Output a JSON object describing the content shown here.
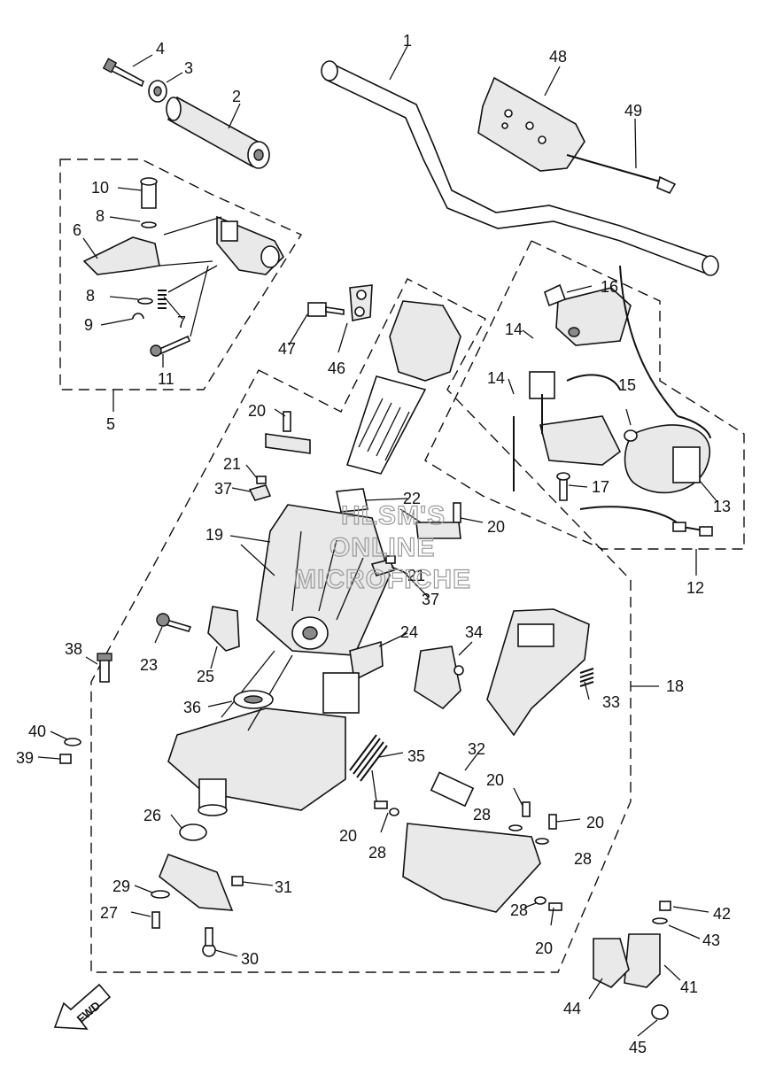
{
  "watermark": {
    "line1": "HLSM'S",
    "line2": "ONLINE",
    "line3": "MICROFICHE"
  },
  "forward_label": "FWD",
  "callouts": {
    "c1": "1",
    "c2": "2",
    "c3": "3",
    "c4": "4",
    "c5": "5",
    "c6": "6",
    "c7": "7",
    "c8a": "8",
    "c8b": "8",
    "c9": "9",
    "c10": "10",
    "c11": "11",
    "c12": "12",
    "c13": "13",
    "c14a": "14",
    "c14b": "14",
    "c15": "15",
    "c16": "16",
    "c17": "17",
    "c18": "18",
    "c19": "19",
    "c20a": "20",
    "c20b": "20",
    "c20c": "20",
    "c20d": "20",
    "c20e": "20",
    "c20f": "20",
    "c21a": "21",
    "c21b": "21",
    "c22": "22",
    "c23": "23",
    "c24": "24",
    "c25": "25",
    "c26": "26",
    "c27": "27",
    "c28a": "28",
    "c28b": "28",
    "c28c": "28",
    "c28d": "28",
    "c29": "29",
    "c30": "30",
    "c31": "31",
    "c32": "32",
    "c33": "33",
    "c34": "34",
    "c35": "35",
    "c36": "36",
    "c37a": "37",
    "c37b": "37",
    "c38": "38",
    "c39": "39",
    "c40": "40",
    "c41": "41",
    "c42": "42",
    "c43": "43",
    "c44": "44",
    "c45": "45",
    "c46": "46",
    "c47": "47",
    "c48": "48",
    "c49": "49"
  }
}
